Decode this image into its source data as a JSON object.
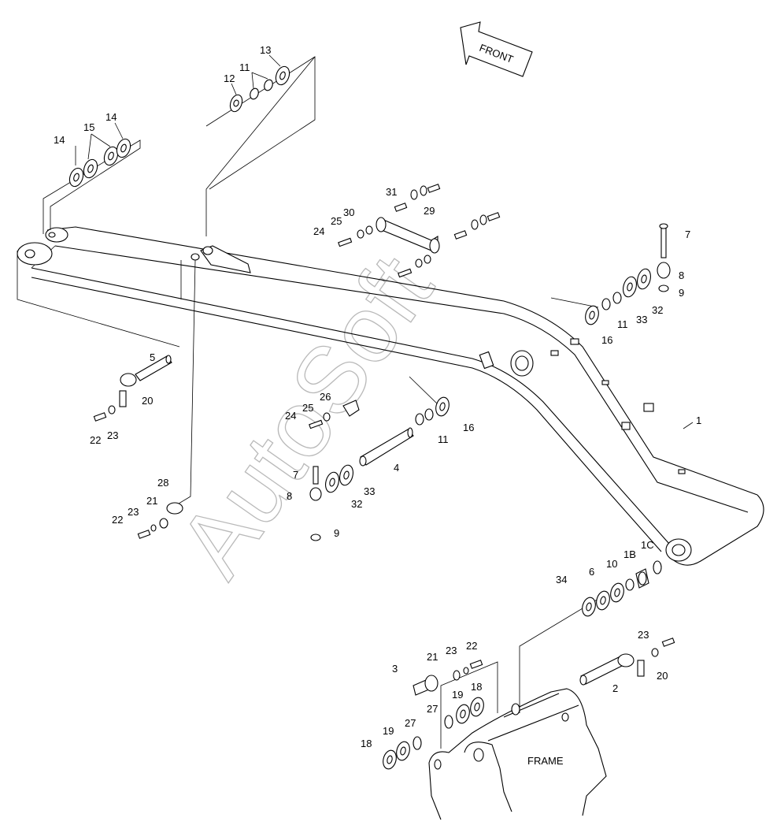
{
  "watermark": "AutoSoft",
  "arrow_text": "FRONT",
  "frame_text": "FRAME",
  "labels": {
    "p1": "1",
    "p1b": "1B",
    "p1c": "1C",
    "p2": "2",
    "p3": "3",
    "p4": "4",
    "p5": "5",
    "p6": "6",
    "p7a": "7",
    "p7b": "7",
    "p8a": "8",
    "p8b": "8",
    "p9a": "9",
    "p9b": "9",
    "p10": "10",
    "p11a": "11",
    "p11b": "11",
    "p11c": "11",
    "p12": "12",
    "p13": "13",
    "p14a": "14",
    "p14b": "14",
    "p15": "15",
    "p16a": "16",
    "p16b": "16",
    "p18a": "18",
    "p18b": "18",
    "p19a": "19",
    "p19b": "19",
    "p20a": "20",
    "p20b": "20",
    "p21a": "21",
    "p21b": "21",
    "p22a": "22",
    "p22b": "22",
    "p22c": "22",
    "p23a": "23",
    "p23b": "23",
    "p23c": "23",
    "p23d": "23",
    "p24a": "24",
    "p24b": "24",
    "p25a": "25",
    "p25b": "25",
    "p26": "26",
    "p27a": "27",
    "p27b": "27",
    "p28": "28",
    "p29": "29",
    "p30": "30",
    "p31": "31",
    "p32a": "32",
    "p32b": "32",
    "p33a": "33",
    "p33b": "33",
    "p34": "34"
  }
}
